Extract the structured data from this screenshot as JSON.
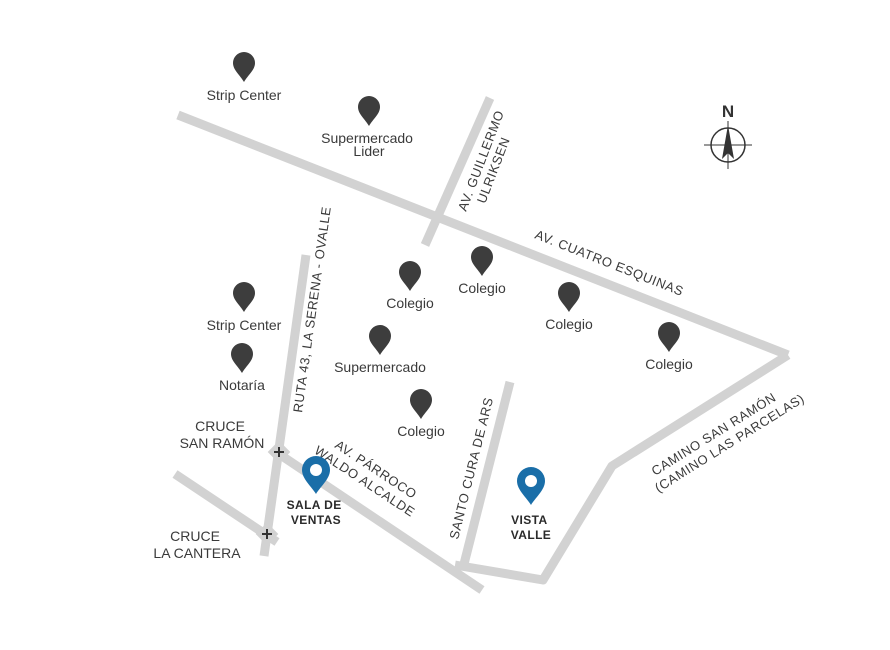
{
  "pois": [
    {
      "id": "strip-center-top",
      "lines": [
        "Strip Center"
      ]
    },
    {
      "id": "supermercado-lider",
      "lines": [
        "Supermercado",
        "Lider"
      ]
    },
    {
      "id": "colegio-1",
      "lines": [
        "Colegio"
      ]
    },
    {
      "id": "colegio-2",
      "lines": [
        "Colegio"
      ]
    },
    {
      "id": "colegio-3",
      "lines": [
        "Colegio"
      ]
    },
    {
      "id": "colegio-4",
      "lines": [
        "Colegio"
      ]
    },
    {
      "id": "strip-center-mid",
      "lines": [
        "Strip Center"
      ]
    },
    {
      "id": "notaria",
      "lines": [
        "Notaría"
      ]
    },
    {
      "id": "supermercado",
      "lines": [
        "Supermercado"
      ]
    },
    {
      "id": "colegio-5",
      "lines": [
        "Colegio"
      ]
    }
  ],
  "highlights": [
    {
      "id": "sala-de-ventas",
      "lines": [
        "SALA DE",
        "VENTAS"
      ]
    },
    {
      "id": "vista-valle",
      "lines": [
        "VISTA",
        "VALLE"
      ]
    }
  ],
  "streets": {
    "guillermo": [
      "AV. GUILLERMO",
      "ULRIKSEN"
    ],
    "cuatro_esquinas": "AV. CUATRO ESQUINAS",
    "ruta43": "RUTA 43, LA SERENA - OVALLE",
    "parroco": [
      "AV. PÁRROCO",
      "WALDO ALCALDE"
    ],
    "santo_cura": "SANTO CURA DE ARS",
    "camino_san_ramon": [
      "CAMINO SAN RAMÓN",
      "(CAMINO LAS PARCELAS)"
    ]
  },
  "crossings": [
    {
      "id": "cruce-san-ramon",
      "lines": [
        "CRUCE",
        "SAN RAMÓN"
      ]
    },
    {
      "id": "cruce-la-cantera",
      "lines": [
        "CRUCE",
        "LA CANTERA"
      ]
    }
  ],
  "compass": {
    "label": "N"
  },
  "colors": {
    "road": "#d2d2d2",
    "poi_marker": "#3d3d3d",
    "highlight_marker": "#1a6ea8",
    "text": "#3a3a3a"
  }
}
